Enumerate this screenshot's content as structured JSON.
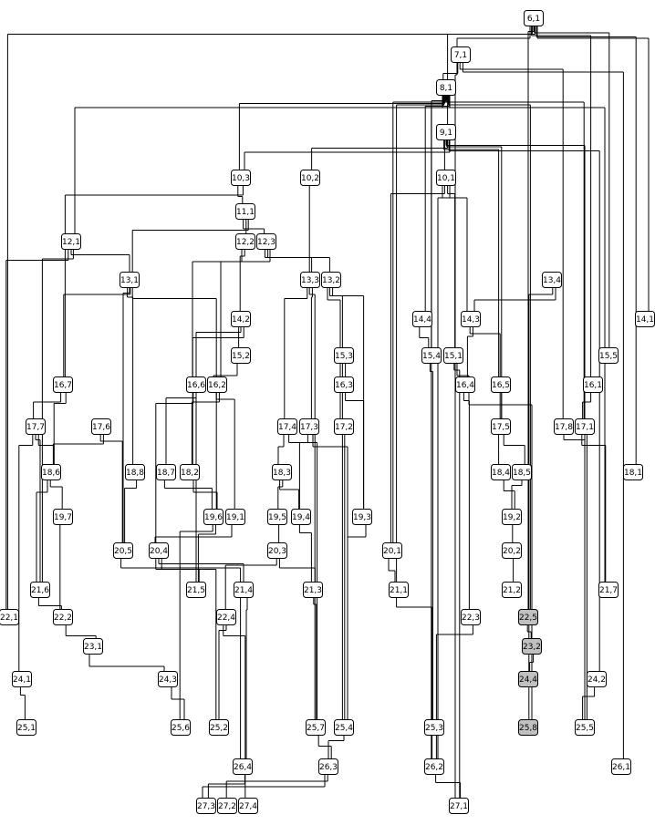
{
  "colors": {
    "normal": "#ffffff",
    "highlight": "#c0c0c0",
    "stroke": "#000000"
  },
  "nodes": [
    {
      "id": "n6_1",
      "label": "6,1",
      "highlight": false
    },
    {
      "id": "n7_1",
      "label": "7,1",
      "highlight": false
    },
    {
      "id": "n8_1",
      "label": "8,1",
      "highlight": false
    },
    {
      "id": "n9_1",
      "label": "9,1",
      "highlight": false
    },
    {
      "id": "n10_3",
      "label": "10,3",
      "highlight": false
    },
    {
      "id": "n10_2",
      "label": "10,2",
      "highlight": false
    },
    {
      "id": "n10_1",
      "label": "10,1",
      "highlight": false
    },
    {
      "id": "n11_1",
      "label": "11,1",
      "highlight": false
    },
    {
      "id": "n12_1",
      "label": "12,1",
      "highlight": false
    },
    {
      "id": "n12_2",
      "label": "12,2",
      "highlight": false
    },
    {
      "id": "n12_3",
      "label": "12,3",
      "highlight": false
    },
    {
      "id": "n13_1",
      "label": "13,1",
      "highlight": false
    },
    {
      "id": "n13_3",
      "label": "13,3",
      "highlight": false
    },
    {
      "id": "n13_2",
      "label": "13,2",
      "highlight": false
    },
    {
      "id": "n13_4",
      "label": "13,4",
      "highlight": false
    },
    {
      "id": "n14_2",
      "label": "14,2",
      "highlight": false
    },
    {
      "id": "n14_4",
      "label": "14,4",
      "highlight": false
    },
    {
      "id": "n14_3",
      "label": "14,3",
      "highlight": false
    },
    {
      "id": "n14_1",
      "label": "14,1",
      "highlight": false
    },
    {
      "id": "n15_2",
      "label": "15,2",
      "highlight": false
    },
    {
      "id": "n15_3",
      "label": "15,3",
      "highlight": false
    },
    {
      "id": "n15_4",
      "label": "15,4",
      "highlight": false
    },
    {
      "id": "n15_1",
      "label": "15,1",
      "highlight": false
    },
    {
      "id": "n15_5",
      "label": "15,5",
      "highlight": false
    },
    {
      "id": "n16_7",
      "label": "16,7",
      "highlight": false
    },
    {
      "id": "n16_6",
      "label": "16,6",
      "highlight": false
    },
    {
      "id": "n16_2",
      "label": "16,2",
      "highlight": false
    },
    {
      "id": "n16_3",
      "label": "16,3",
      "highlight": false
    },
    {
      "id": "n16_4",
      "label": "16,4",
      "highlight": false
    },
    {
      "id": "n16_5",
      "label": "16,5",
      "highlight": false
    },
    {
      "id": "n16_1",
      "label": "16,1",
      "highlight": false
    },
    {
      "id": "n17_7",
      "label": "17,7",
      "highlight": false
    },
    {
      "id": "n17_6",
      "label": "17,6",
      "highlight": false
    },
    {
      "id": "n17_4",
      "label": "17,4",
      "highlight": false
    },
    {
      "id": "n17_3",
      "label": "17,3",
      "highlight": false
    },
    {
      "id": "n17_2",
      "label": "17,2",
      "highlight": false
    },
    {
      "id": "n17_5",
      "label": "17,5",
      "highlight": false
    },
    {
      "id": "n17_8",
      "label": "17,8",
      "highlight": false
    },
    {
      "id": "n17_1",
      "label": "17,1",
      "highlight": false
    },
    {
      "id": "n18_6",
      "label": "18,6",
      "highlight": false
    },
    {
      "id": "n18_8",
      "label": "18,8",
      "highlight": false
    },
    {
      "id": "n18_7",
      "label": "18,7",
      "highlight": false
    },
    {
      "id": "n18_2",
      "label": "18,2",
      "highlight": false
    },
    {
      "id": "n18_3",
      "label": "18,3",
      "highlight": false
    },
    {
      "id": "n18_4",
      "label": "18,4",
      "highlight": false
    },
    {
      "id": "n18_5",
      "label": "18,5",
      "highlight": false
    },
    {
      "id": "n18_1",
      "label": "18,1",
      "highlight": false
    },
    {
      "id": "n19_7",
      "label": "19,7",
      "highlight": false
    },
    {
      "id": "n19_6",
      "label": "19,6",
      "highlight": false
    },
    {
      "id": "n19_1",
      "label": "19,1",
      "highlight": false
    },
    {
      "id": "n19_5",
      "label": "19,5",
      "highlight": false
    },
    {
      "id": "n19_4",
      "label": "19,4",
      "highlight": false
    },
    {
      "id": "n19_3",
      "label": "19,3",
      "highlight": false
    },
    {
      "id": "n19_2",
      "label": "19,2",
      "highlight": false
    },
    {
      "id": "n20_5",
      "label": "20,5",
      "highlight": false
    },
    {
      "id": "n20_4",
      "label": "20,4",
      "highlight": false
    },
    {
      "id": "n20_3",
      "label": "20,3",
      "highlight": false
    },
    {
      "id": "n20_1",
      "label": "20,1",
      "highlight": false
    },
    {
      "id": "n20_2",
      "label": "20,2",
      "highlight": false
    },
    {
      "id": "n21_6",
      "label": "21,6",
      "highlight": false
    },
    {
      "id": "n21_5",
      "label": "21,5",
      "highlight": false
    },
    {
      "id": "n21_4",
      "label": "21,4",
      "highlight": false
    },
    {
      "id": "n21_3",
      "label": "21,3",
      "highlight": false
    },
    {
      "id": "n21_1",
      "label": "21,1",
      "highlight": false
    },
    {
      "id": "n21_2",
      "label": "21,2",
      "highlight": false
    },
    {
      "id": "n21_7",
      "label": "21,7",
      "highlight": false
    },
    {
      "id": "n22_1",
      "label": "22,1",
      "highlight": false
    },
    {
      "id": "n22_2",
      "label": "22,2",
      "highlight": false
    },
    {
      "id": "n22_4",
      "label": "22,4",
      "highlight": false
    },
    {
      "id": "n22_3",
      "label": "22,3",
      "highlight": false
    },
    {
      "id": "n22_5",
      "label": "22,5",
      "highlight": true
    },
    {
      "id": "n23_1",
      "label": "23,1",
      "highlight": false
    },
    {
      "id": "n23_2",
      "label": "23,2",
      "highlight": true
    },
    {
      "id": "n24_1",
      "label": "24,1",
      "highlight": false
    },
    {
      "id": "n24_3",
      "label": "24,3",
      "highlight": false
    },
    {
      "id": "n24_4",
      "label": "24,4",
      "highlight": true
    },
    {
      "id": "n24_2",
      "label": "24,2",
      "highlight": false
    },
    {
      "id": "n25_1",
      "label": "25,1",
      "highlight": false
    },
    {
      "id": "n25_6",
      "label": "25,6",
      "highlight": false
    },
    {
      "id": "n25_2",
      "label": "25,2",
      "highlight": false
    },
    {
      "id": "n25_7",
      "label": "25,7",
      "highlight": false
    },
    {
      "id": "n25_4",
      "label": "25,4",
      "highlight": false
    },
    {
      "id": "n25_3",
      "label": "25,3",
      "highlight": false
    },
    {
      "id": "n25_8",
      "label": "25,8",
      "highlight": true
    },
    {
      "id": "n25_5",
      "label": "25,5",
      "highlight": false
    },
    {
      "id": "n26_4",
      "label": "26,4",
      "highlight": false
    },
    {
      "id": "n26_3",
      "label": "26,3",
      "highlight": false
    },
    {
      "id": "n26_2",
      "label": "26,2",
      "highlight": false
    },
    {
      "id": "n26_1",
      "label": "26,1",
      "highlight": false
    },
    {
      "id": "n27_3",
      "label": "27,3",
      "highlight": false
    },
    {
      "id": "n27_2",
      "label": "27,2",
      "highlight": false
    },
    {
      "id": "n27_4",
      "label": "27,4",
      "highlight": false
    },
    {
      "id": "n27_1",
      "label": "27,1",
      "highlight": false
    }
  ],
  "edges": [
    [
      "n6_1",
      "n7_1"
    ],
    [
      "n6_1",
      "n8_1"
    ],
    [
      "n6_1",
      "n22_1"
    ],
    [
      "n6_1",
      "n14_1"
    ],
    [
      "n6_1",
      "n15_5"
    ],
    [
      "n6_1",
      "n16_1"
    ],
    [
      "n6_1",
      "n18_1"
    ],
    [
      "n6_1",
      "n22_5"
    ],
    [
      "n7_1",
      "n8_1"
    ],
    [
      "n7_1",
      "n26_1"
    ],
    [
      "n7_1",
      "n17_8"
    ],
    [
      "n7_1",
      "n27_1"
    ],
    [
      "n8_1",
      "n9_1"
    ],
    [
      "n8_1",
      "n10_3"
    ],
    [
      "n8_1",
      "n12_1"
    ],
    [
      "n8_1",
      "n20_1"
    ],
    [
      "n8_1",
      "n21_1"
    ],
    [
      "n8_1",
      "n14_4"
    ],
    [
      "n8_1",
      "n15_4"
    ],
    [
      "n8_1",
      "n25_3"
    ],
    [
      "n8_1",
      "n22_5"
    ],
    [
      "n8_1",
      "n17_1"
    ],
    [
      "n8_1",
      "n21_7"
    ],
    [
      "n9_1",
      "n10_2"
    ],
    [
      "n9_1",
      "n10_1"
    ],
    [
      "n9_1",
      "n10_3"
    ],
    [
      "n9_1",
      "n17_5"
    ],
    [
      "n9_1",
      "n16_5"
    ],
    [
      "n9_1",
      "n24_2"
    ],
    [
      "n9_1",
      "n25_5"
    ],
    [
      "n10_3",
      "n11_1"
    ],
    [
      "n10_3",
      "n16_7"
    ],
    [
      "n10_2",
      "n13_3"
    ],
    [
      "n10_1",
      "n14_3"
    ],
    [
      "n10_1",
      "n15_1"
    ],
    [
      "n10_1",
      "n20_1"
    ],
    [
      "n10_1",
      "n26_2"
    ],
    [
      "n11_1",
      "n12_2"
    ],
    [
      "n11_1",
      "n12_3"
    ],
    [
      "n11_1",
      "n13_1"
    ],
    [
      "n12_1",
      "n13_1"
    ],
    [
      "n12_1",
      "n22_1"
    ],
    [
      "n12_1",
      "n21_6"
    ],
    [
      "n12_2",
      "n14_2"
    ],
    [
      "n12_2",
      "n16_6"
    ],
    [
      "n12_3",
      "n13_3"
    ],
    [
      "n12_3",
      "n13_2"
    ],
    [
      "n12_3",
      "n16_2"
    ],
    [
      "n13_1",
      "n16_7"
    ],
    [
      "n13_1",
      "n18_8"
    ],
    [
      "n13_1",
      "n19_6"
    ],
    [
      "n13_1",
      "n20_5"
    ],
    [
      "n13_3",
      "n17_4"
    ],
    [
      "n13_3",
      "n17_3"
    ],
    [
      "n13_3",
      "n25_7"
    ],
    [
      "n13_2",
      "n17_2"
    ],
    [
      "n13_2",
      "n19_3"
    ],
    [
      "n13_2",
      "n25_4"
    ],
    [
      "n13_4",
      "n14_3"
    ],
    [
      "n13_4",
      "n24_4"
    ],
    [
      "n14_2",
      "n15_2"
    ],
    [
      "n14_2",
      "n18_2"
    ],
    [
      "n14_2",
      "n21_5"
    ],
    [
      "n14_4",
      "n15_4"
    ],
    [
      "n14_3",
      "n16_4"
    ],
    [
      "n14_3",
      "n17_5"
    ],
    [
      "n15_2",
      "n16_2"
    ],
    [
      "n15_3",
      "n16_3"
    ],
    [
      "n15_4",
      "n25_3"
    ],
    [
      "n15_1",
      "n16_4"
    ],
    [
      "n15_1",
      "n27_1"
    ],
    [
      "n16_7",
      "n17_7"
    ],
    [
      "n16_7",
      "n18_6"
    ],
    [
      "n16_6",
      "n18_7"
    ],
    [
      "n16_6",
      "n20_4"
    ],
    [
      "n16_2",
      "n18_2"
    ],
    [
      "n16_2",
      "n19_1"
    ],
    [
      "n16_3",
      "n17_2"
    ],
    [
      "n16_3",
      "n19_3"
    ],
    [
      "n16_4",
      "n22_3"
    ],
    [
      "n16_4",
      "n25_8"
    ],
    [
      "n16_5",
      "n17_5"
    ],
    [
      "n16_1",
      "n17_1"
    ],
    [
      "n17_7",
      "n18_6"
    ],
    [
      "n17_7",
      "n21_6"
    ],
    [
      "n17_7",
      "n24_1"
    ],
    [
      "n17_6",
      "n18_6"
    ],
    [
      "n17_6",
      "n20_5"
    ],
    [
      "n17_4",
      "n18_3"
    ],
    [
      "n17_4",
      "n25_7"
    ],
    [
      "n17_3",
      "n19_4"
    ],
    [
      "n17_3",
      "n25_4"
    ],
    [
      "n17_2",
      "n25_4"
    ],
    [
      "n17_5",
      "n18_4"
    ],
    [
      "n17_5",
      "n18_5"
    ],
    [
      "n17_8",
      "n25_5"
    ],
    [
      "n17_1",
      "n21_7"
    ],
    [
      "n17_1",
      "n25_5"
    ],
    [
      "n18_6",
      "n19_7"
    ],
    [
      "n18_6",
      "n21_6"
    ],
    [
      "n18_8",
      "n20_5"
    ],
    [
      "n18_7",
      "n19_6"
    ],
    [
      "n18_2",
      "n19_6"
    ],
    [
      "n18_3",
      "n19_5"
    ],
    [
      "n18_3",
      "n19_4"
    ],
    [
      "n18_4",
      "n19_2"
    ],
    [
      "n18_5",
      "n19_2"
    ],
    [
      "n19_7",
      "n22_2"
    ],
    [
      "n19_6",
      "n21_5"
    ],
    [
      "n19_6",
      "n25_6"
    ],
    [
      "n19_1",
      "n20_4"
    ],
    [
      "n19_5",
      "n20_3"
    ],
    [
      "n19_4",
      "n21_3"
    ],
    [
      "n19_3",
      "n25_4"
    ],
    [
      "n19_2",
      "n20_2"
    ],
    [
      "n20_5",
      "n26_4"
    ],
    [
      "n20_4",
      "n21_5"
    ],
    [
      "n20_4",
      "n21_4"
    ],
    [
      "n20_4",
      "n25_2"
    ],
    [
      "n20_3",
      "n21_3"
    ],
    [
      "n20_3",
      "n22_4"
    ],
    [
      "n20_1",
      "n21_1"
    ],
    [
      "n20_2",
      "n21_2"
    ],
    [
      "n21_6",
      "n22_2"
    ],
    [
      "n21_4",
      "n26_4"
    ],
    [
      "n21_3",
      "n25_7"
    ],
    [
      "n21_1",
      "n26_2"
    ],
    [
      "n22_2",
      "n23_1"
    ],
    [
      "n22_4",
      "n25_2"
    ],
    [
      "n22_4",
      "n27_4"
    ],
    [
      "n22_3",
      "n26_2"
    ],
    [
      "n22_5",
      "n23_2"
    ],
    [
      "n23_1",
      "n24_3"
    ],
    [
      "n23_2",
      "n24_4"
    ],
    [
      "n24_1",
      "n25_1"
    ],
    [
      "n24_3",
      "n25_6"
    ],
    [
      "n24_4",
      "n25_8"
    ],
    [
      "n24_2",
      "n25_5"
    ],
    [
      "n25_7",
      "n26_3"
    ],
    [
      "n25_4",
      "n26_3"
    ],
    [
      "n25_3",
      "n26_2"
    ],
    [
      "n26_4",
      "n27_3"
    ],
    [
      "n26_3",
      "n27_2"
    ],
    [
      "n26_3",
      "n27_3"
    ],
    [
      "n26_2",
      "n27_1"
    ]
  ]
}
